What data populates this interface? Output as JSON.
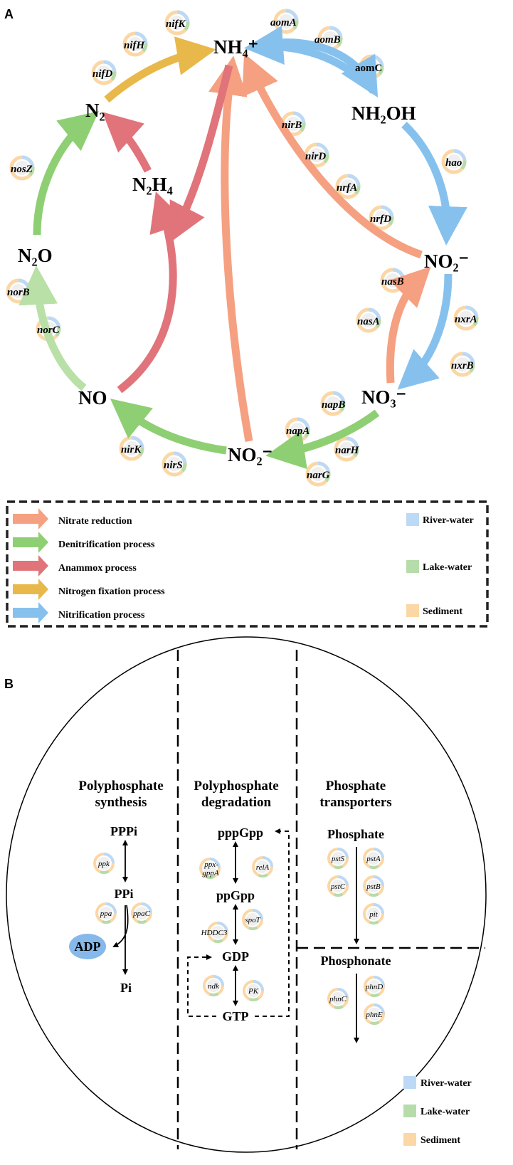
{
  "panel_a": {
    "label": "A",
    "compounds": {
      "nh4": "NH₄⁺",
      "nh2oh": "NH₂OH",
      "no2_right": "NO₂⁻",
      "no3": "NO₃⁻",
      "no2_bottom": "NO₂⁻",
      "no": "NO",
      "n2o": "N₂O",
      "n2": "N₂",
      "n2h4": "N₂H₄"
    },
    "genes": {
      "nifK": "nifK",
      "nifH": "nifH",
      "nifD": "nifD",
      "aomA": "aomA",
      "aomB": "aomB",
      "aomC": "aomC",
      "hao": "hao",
      "nirB": "nirB",
      "nirD": "nirD",
      "nrfA": "nrfA",
      "nrfD": "nrfD",
      "nosZ": "nosZ",
      "norB": "norB",
      "norC": "norC",
      "nasB": "nasB",
      "nasA": "nasA",
      "nxrA": "nxrA",
      "nxrB": "nxrB",
      "napB": "napB",
      "napA": "napA",
      "narH": "narH",
      "narG": "narG",
      "nirK": "nirK",
      "nirS": "nirS"
    },
    "legend": {
      "processes": [
        {
          "label": "Nitrate reduction",
          "color": "#f5a081"
        },
        {
          "label": "Denitrification process",
          "color": "#8fcf73"
        },
        {
          "label": "Anammox process",
          "color": "#e0747a"
        },
        {
          "label": "Nitrogen fixation process",
          "color": "#e8b84a"
        },
        {
          "label": "Nitrification process",
          "color": "#86c1ee"
        }
      ],
      "habitats": [
        {
          "label": "River-water",
          "color": "#bcd9f5"
        },
        {
          "label": "Lake-water",
          "color": "#b5dcaa"
        },
        {
          "label": "Sediment",
          "color": "#fbd7a5"
        }
      ]
    }
  },
  "panel_b": {
    "label": "B",
    "sections": {
      "synthesis": [
        "Polyphosphate",
        "synthesis"
      ],
      "degradation": [
        "Polyphosphate",
        "degradation"
      ],
      "transporters": [
        "Phosphate",
        "transporters"
      ]
    },
    "compounds": {
      "pppi": "PPPi",
      "ppi": "PPi",
      "adp": "ADP",
      "pi": "Pi",
      "pppgpp": "pppGpp",
      "ppgpp": "ppGpp",
      "gdp": "GDP",
      "gtp": "GTP",
      "phosphate": "Phosphate",
      "phosphonate": "Phosphonate"
    },
    "genes": {
      "ppk": "ppk",
      "ppa": "ppa",
      "ppaC": "ppaC",
      "ppx1": "ppx-",
      "ppx2": "gppA",
      "relA": "relA",
      "spoT": "spoT",
      "hddc3": "HDDC3",
      "ndk": "ndk",
      "pk": "PK",
      "pstS": "pstS",
      "pstA": "pstA",
      "pstC": "pstC",
      "pstB": "pstB",
      "pit": "pit",
      "phnC": "phnC",
      "phnD": "phnD",
      "phnE": "phnE"
    },
    "legend": [
      {
        "label": "River-water",
        "color": "#bcd9f5"
      },
      {
        "label": "Lake-water",
        "color": "#b5dcaa"
      },
      {
        "label": "Sediment",
        "color": "#fbd7a5"
      }
    ]
  }
}
